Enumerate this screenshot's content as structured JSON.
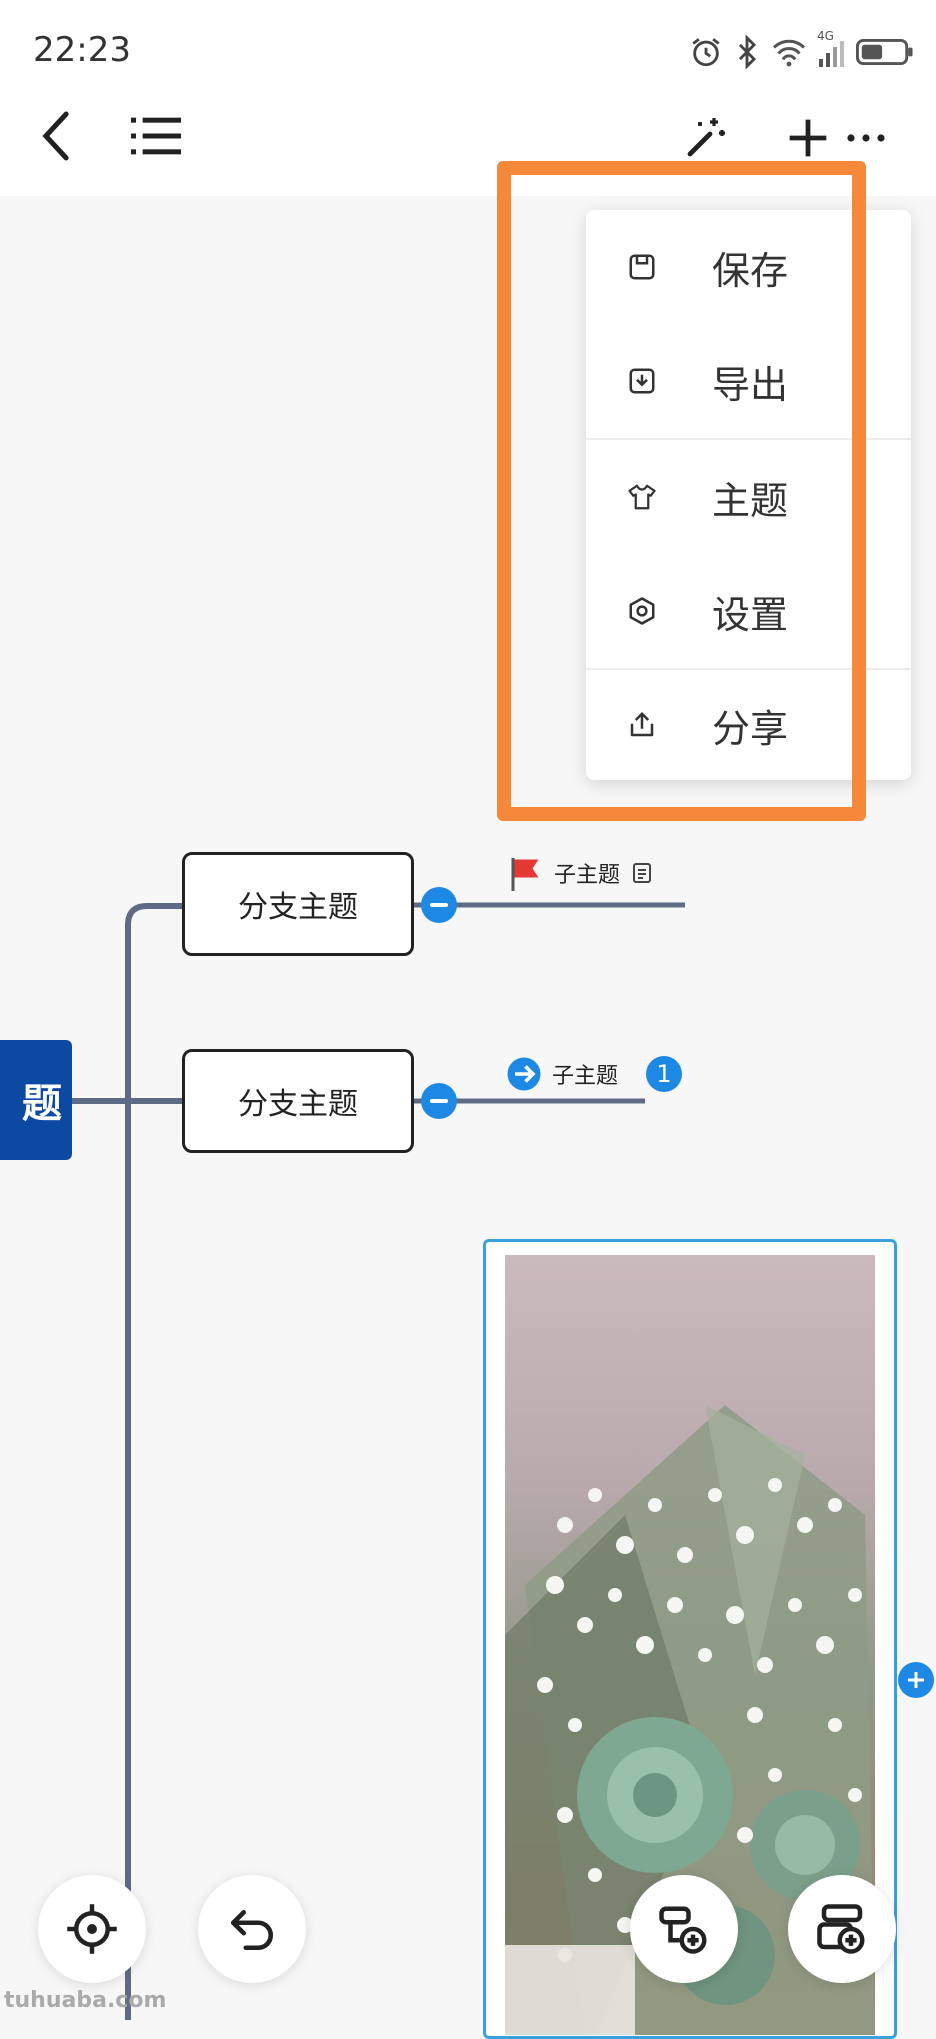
{
  "status_bar": {
    "time": "22:23",
    "icons": [
      "alarm-icon",
      "bluetooth-icon",
      "wifi-icon",
      "4g-signal-icon",
      "battery-icon"
    ],
    "network_label": "4G"
  },
  "toolbar": {
    "left_icons": [
      "back-icon",
      "outline-list-icon"
    ],
    "right_icons": [
      "magic-wand-icon",
      "add-icon",
      "more-icon"
    ]
  },
  "menu": {
    "items": [
      {
        "label": "保存",
        "icon": "save-icon"
      },
      {
        "label": "导出",
        "icon": "export-icon"
      },
      {
        "label": "主题",
        "icon": "theme-shirt-icon"
      },
      {
        "label": "设置",
        "icon": "settings-icon"
      },
      {
        "label": "分享",
        "icon": "share-icon"
      }
    ]
  },
  "mindmap": {
    "root_label": "题",
    "branches": [
      {
        "label": "分支主题",
        "subtopic": {
          "label": "子主题",
          "marker": "red-flag-icon",
          "attachment": "note-icon"
        }
      },
      {
        "label": "分支主题",
        "subtopic": {
          "label": "子主题",
          "marker": "arrow-right-icon",
          "badge": "1"
        }
      }
    ]
  },
  "bottom_controls": {
    "left": [
      "locate-icon",
      "undo-icon"
    ],
    "right": [
      "add-child-topic-icon",
      "add-sibling-topic-icon"
    ]
  },
  "watermark": "tuhuaba.com",
  "colors": {
    "accent_blue": "#1e88e5",
    "root_node": "#0b49a3",
    "connector": "#5f6b85",
    "highlight_orange": "#f6883a",
    "image_border": "#3aa0dc"
  }
}
